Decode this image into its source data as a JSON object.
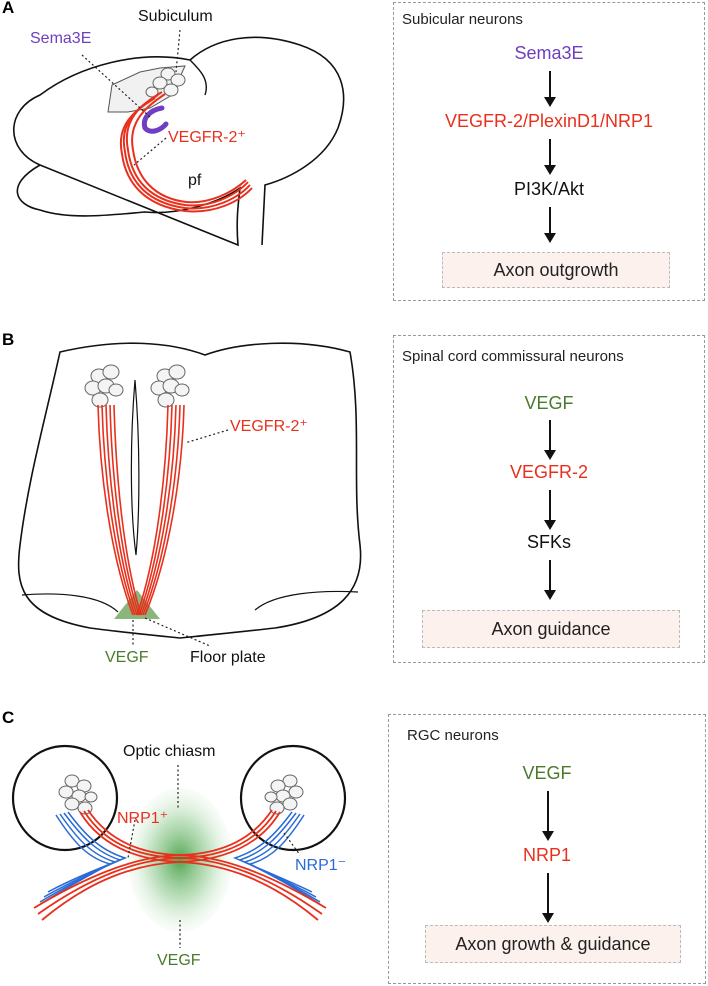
{
  "colors": {
    "red": "#e8301c",
    "green": "#4a7a2c",
    "purple": "#6f3fc1",
    "blue": "#2a6bd6",
    "black": "#111111"
  },
  "panel_a": {
    "letter": "A",
    "labels": {
      "sema3e": "Sema3E",
      "subiculum": "Subiculum",
      "vegfr2": "VEGFR-2⁺",
      "pf": "pf"
    },
    "box": {
      "title": "Subicular neurons",
      "steps": [
        "Sema3E",
        "VEGFR-2/PlexinD1/NRP1",
        "PI3K/Akt"
      ],
      "outcome": "Axon outgrowth"
    }
  },
  "panel_b": {
    "letter": "B",
    "labels": {
      "vegfr2": "VEGFR-2⁺",
      "vegf": "VEGF",
      "floor_plate": "Floor plate"
    },
    "box": {
      "title": "Spinal cord commissural neurons",
      "steps": [
        "VEGF",
        "VEGFR-2",
        "SFKs"
      ],
      "outcome": "Axon guidance"
    }
  },
  "panel_c": {
    "letter": "C",
    "labels": {
      "optic_chiasm": "Optic chiasm",
      "nrp1_pos": "NRP1⁺",
      "nrp1_neg": "NRP1⁻",
      "vegf": "VEGF"
    },
    "box": {
      "title": "RGC neurons",
      "steps": [
        "VEGF",
        "NRP1"
      ],
      "outcome": "Axon growth & guidance"
    }
  }
}
